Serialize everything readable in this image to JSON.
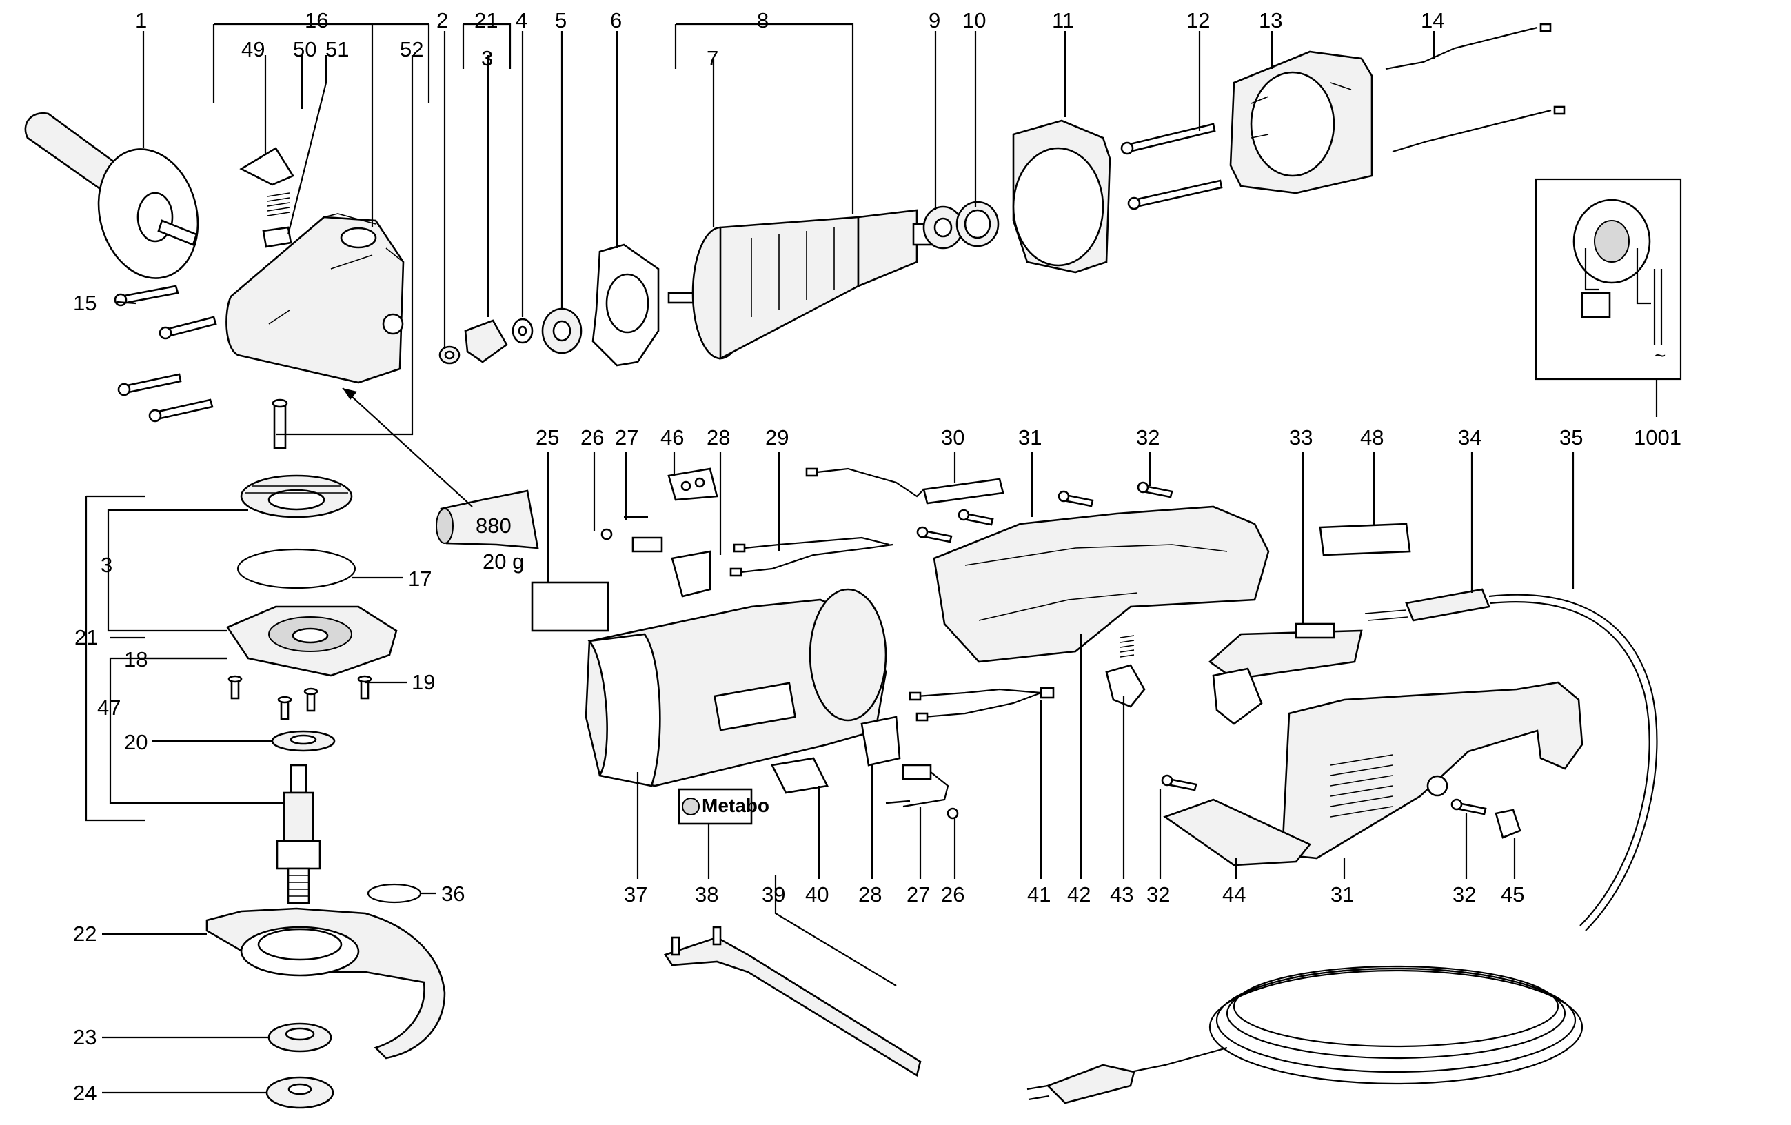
{
  "diagram": {
    "labels": {
      "p1": "1",
      "p2": "2",
      "p3a": "3",
      "p3b": "3",
      "p4": "4",
      "p5": "5",
      "p6": "6",
      "p7": "7",
      "p8": "8",
      "p9": "9",
      "p10": "10",
      "p11": "11",
      "p12": "12",
      "p13": "13",
      "p14": "14",
      "p15": "15",
      "p16": "16",
      "p17": "17",
      "p18": "18",
      "p19": "19",
      "p20": "20",
      "p21a": "21",
      "p21b": "21",
      "p22": "22",
      "p23": "23",
      "p24": "24",
      "p25": "25",
      "p26a": "26",
      "p26b": "26",
      "p27a": "27",
      "p27b": "27",
      "p28a": "28",
      "p28b": "28",
      "p29": "29",
      "p30": "30",
      "p31a": "31",
      "p31b": "31",
      "p32a": "32",
      "p32b": "32",
      "p32c": "32",
      "p33": "33",
      "p34": "34",
      "p35": "35",
      "p36": "36",
      "p37": "37",
      "p38": "38",
      "p39": "39",
      "p40": "40",
      "p41": "41",
      "p42": "42",
      "p43": "43",
      "p44": "44",
      "p45": "45",
      "p46": "46",
      "p47": "47",
      "p48": "48",
      "p49": "49",
      "p50": "50",
      "p51": "51",
      "p52": "52",
      "p1001": "1001"
    },
    "grease_tube": {
      "code": "880",
      "amount": "20 g"
    },
    "brand_label": "Metabo"
  }
}
